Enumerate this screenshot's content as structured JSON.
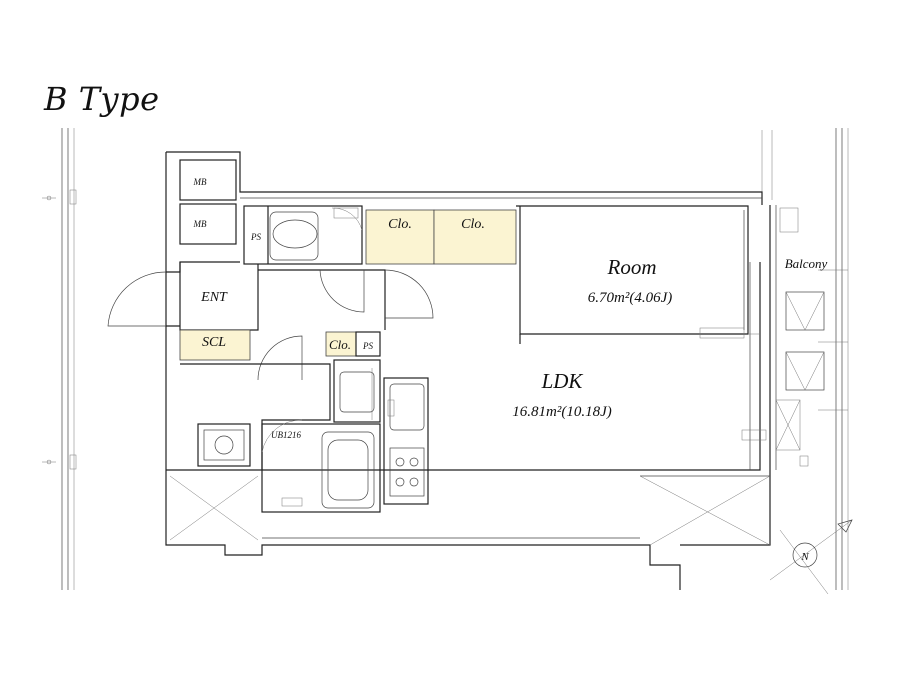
{
  "title": "B Type",
  "rooms": {
    "mb1": "MB",
    "mb2": "MB",
    "ps1": "PS",
    "ps2": "PS",
    "clo1": "Clo.",
    "clo2": "Clo.",
    "clo3": "Clo.",
    "ent": "ENT",
    "scl": "SCL",
    "ub": "UB1216",
    "room_name": "Room",
    "room_area": "6.70m²(4.06J)",
    "ldk_name": "LDK",
    "ldk_area": "16.81m²(10.18J)",
    "balcony": "Balcony"
  },
  "compass": {
    "label": "N"
  },
  "colors": {
    "closet_fill": "#fbf4d2",
    "line": "#222222"
  }
}
